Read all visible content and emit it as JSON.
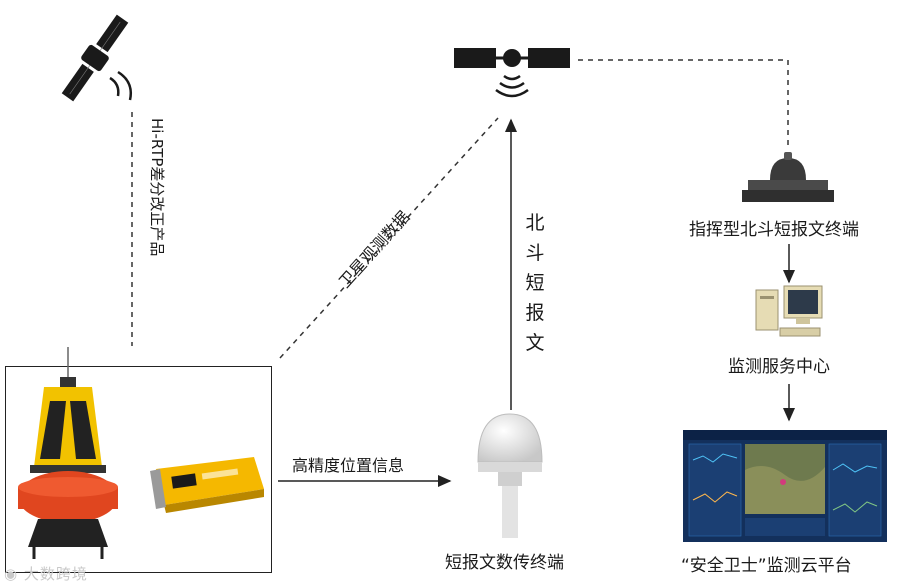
{
  "labels": {
    "hi_rtp": "Hi-RTP差分改正产品",
    "satellite_obs": "卫星观测数据",
    "beidou_msg_vertical": [
      "北",
      "斗",
      "短",
      "报",
      "文"
    ],
    "command_terminal": "指挥型北斗短报文终端",
    "monitor_center": "监测服务中心",
    "high_precision": "高精度位置信息",
    "short_msg_terminal": "短报文数传终端",
    "cloud_platform": "“安全卫士”监测云平台"
  },
  "watermark": "大数跨境",
  "colors": {
    "buoy_red": "#e0461f",
    "buoy_yellow": "#f2c200",
    "device_yellow": "#f5b800",
    "screen_blue": "#13305c",
    "dark": "#1a1a1a"
  }
}
